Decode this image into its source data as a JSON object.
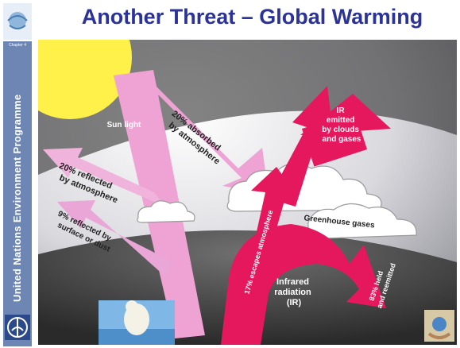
{
  "title": "Another Threat – Global Warming",
  "sidebar": {
    "chapter": "Chapter 4",
    "organization": "United Nations Environment Programme",
    "logo_icon": "unep-logo-icon",
    "top_icon": "globe-emblem-icon"
  },
  "diagram": {
    "sunlight": "Sun light",
    "absorbed": [
      "20% absorbed",
      "by atmosphere"
    ],
    "reflected_atmosphere": [
      "20% reflected",
      "by atmosphere"
    ],
    "reflected_surface": [
      "9% reflected by",
      "surface or dust"
    ],
    "ir_emitted": [
      "IR",
      "emitted",
      "by clouds",
      "and gases"
    ],
    "escapes": "17% escapes atmosphere",
    "greenhouse": "Greenhouse gases",
    "held": [
      "83% held",
      "and reemitted"
    ],
    "infrared": [
      "Infrared",
      "radiation",
      "(IR)"
    ]
  },
  "colors": {
    "title": "#2b3398",
    "sidebar": "#6d86b3",
    "sun": "#fff04a",
    "sunlight_arrow": "#eea3d4",
    "ir_arrow": "#e5185e",
    "ground": "#3c3c3c"
  },
  "images": {
    "polar_bear": "polar-bear-photo",
    "hands_globe": "hands-globe-photo"
  }
}
